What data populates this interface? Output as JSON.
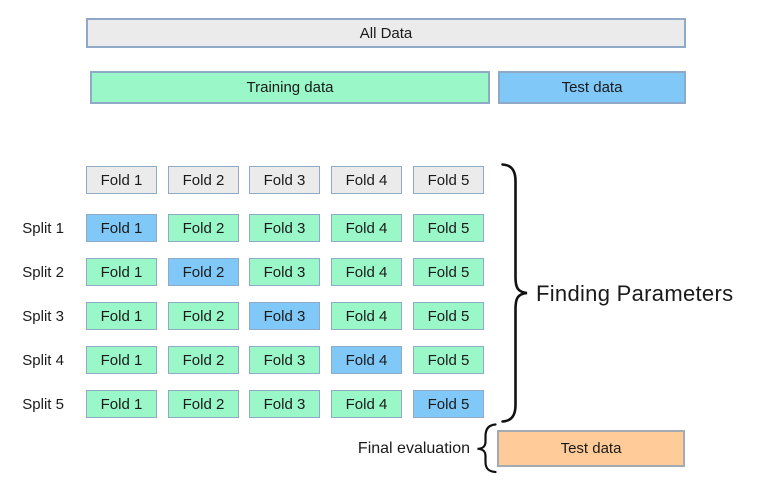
{
  "colors": {
    "box-gray": "#ebebeb",
    "box-green": "#99f7c8",
    "box-blue": "#7fc8f8",
    "box-orange": "#ffcc99",
    "border-blue": "#8fa9c7",
    "border-orange": "#a3aab2",
    "text": "#1a1a1a",
    "brace": "#111111"
  },
  "overview": {
    "all_data": "All Data",
    "training_data": "Training data",
    "test_data": "Test data"
  },
  "grid": {
    "headers": [
      "Fold 1",
      "Fold 2",
      "Fold 3",
      "Fold 4",
      "Fold 5"
    ],
    "splits": [
      {
        "label": "Split 1",
        "folds": [
          "Fold 1",
          "Fold 2",
          "Fold 3",
          "Fold 4",
          "Fold 5"
        ],
        "test_fold_index": 0
      },
      {
        "label": "Split 2",
        "folds": [
          "Fold 1",
          "Fold 2",
          "Fold 3",
          "Fold 4",
          "Fold 5"
        ],
        "test_fold_index": 1
      },
      {
        "label": "Split 3",
        "folds": [
          "Fold 1",
          "Fold 2",
          "Fold 3",
          "Fold 4",
          "Fold 5"
        ],
        "test_fold_index": 2
      },
      {
        "label": "Split 4",
        "folds": [
          "Fold 1",
          "Fold 2",
          "Fold 3",
          "Fold 4",
          "Fold 5"
        ],
        "test_fold_index": 3
      },
      {
        "label": "Split 5",
        "folds": [
          "Fold 1",
          "Fold 2",
          "Fold 3",
          "Fold 4",
          "Fold 5"
        ],
        "test_fold_index": 4
      }
    ]
  },
  "annotations": {
    "finding_parameters": "Finding Parameters",
    "final_evaluation": "Final evaluation",
    "final_test_data": "Test data"
  }
}
